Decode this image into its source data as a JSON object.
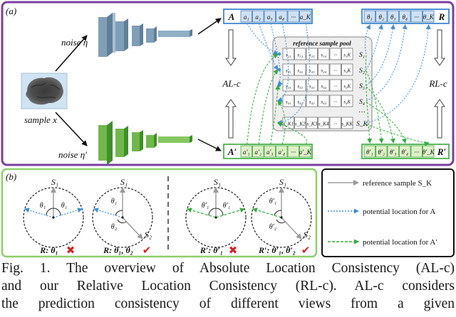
{
  "panel_a": {
    "tag": "(a)",
    "sample_label": "sample x",
    "noise_label": "noise η",
    "noise_prime_label": "noise η′",
    "A_label": "A",
    "A_cells": [
      "a₁",
      "a₂",
      "a₃",
      "a₄",
      "···",
      "a_K"
    ],
    "A_prime_label": "A′",
    "A_prime_cells": [
      "a′₁",
      "a′₂",
      "a′₃",
      "a′₄",
      "···",
      "a′_K"
    ],
    "R_label": "R",
    "R_cells": [
      "θ₁",
      "θ₂",
      "θ₃",
      "θ₄",
      "···",
      "θ_K"
    ],
    "R_prime_label": "R′",
    "R_prime_cells": [
      "θ′₁",
      "θ′₂",
      "θ′₃",
      "θ′₄",
      "···",
      "θ′_K"
    ],
    "alc_label": "AL-c",
    "rlc_label": "RL-c",
    "pool_title": "reference sample pool",
    "pool_rows": [
      {
        "cells": [
          "s₁₁",
          "s₁₂",
          "s₁₃",
          "s₁₄",
          "···",
          "s₁K"
        ],
        "label": "S₁"
      },
      {
        "cells": [
          "s₂₁",
          "s₂₂",
          "s₂₃",
          "s₂₄",
          "···",
          "s₂K"
        ],
        "label": "S₂"
      },
      {
        "cells": [
          "s₃₁",
          "s₃₂",
          "s₃₃",
          "s₃₄",
          "···",
          "s₃K"
        ],
        "label": "S₃"
      },
      {
        "cells": [
          "s₄₁",
          "s₄₂",
          "s₄₃",
          "s₄₄",
          "···",
          "s₄K"
        ],
        "label": "S₄"
      },
      {
        "cells": [
          "s_K1",
          "s_K2",
          "s_K3",
          "s_K4",
          "···",
          "s_KK"
        ],
        "label": "S_K"
      }
    ],
    "pool_ellipsis": "···"
  },
  "panel_b": {
    "tag": "(b)",
    "circles": [
      {
        "top_label": "S₁",
        "angle_labels": [
          "θ₁",
          "θ₁"
        ],
        "caption": "R: θ₁",
        "mark": "✖",
        "s2_label": ""
      },
      {
        "top_label": "S₁",
        "angle_labels": [
          "θ₁",
          "θ₂"
        ],
        "caption": "R: θ₁, θ₂",
        "mark": "✔",
        "s2_label": "S₂"
      },
      {
        "top_label": "S₁",
        "angle_labels": [
          "θ′₁",
          "θ′₁"
        ],
        "caption": "R′: θ′₁",
        "mark": "✖",
        "s2_label": ""
      },
      {
        "top_label": "S₁",
        "angle_labels": [
          "θ′₁",
          "θ′₂"
        ],
        "caption": "R′: θ′₁, θ′₂",
        "mark": "✔",
        "s2_label": "S₂"
      }
    ]
  },
  "legend": {
    "items": [
      {
        "text": "reference sample S_K",
        "style": "gray-solid"
      },
      {
        "text": "potential location for A",
        "style": "blue-dotted"
      },
      {
        "text": "potential location for A′",
        "style": "green-dashed"
      }
    ]
  },
  "caption_lines": [
    "Fig. 1. The overview of Absolute Location Consistency (AL-c)",
    "and our Relative Location Consistency (RL-c). AL-c considers",
    "the prediction consistency of different views from a given"
  ],
  "colors": {
    "purple_frame": "#7b3fa0",
    "blue_network": "#7f9fb7",
    "green_network": "#70b84a",
    "blue_cell": "#cfe0f3",
    "green_cell": "#dff0c8",
    "blue_arrow": "#3d8fd6",
    "green_arrow": "#2fae3a",
    "gray_arrow": "#9a9a9a",
    "red_mark": "#d42424",
    "cross_red": "#d42424"
  }
}
